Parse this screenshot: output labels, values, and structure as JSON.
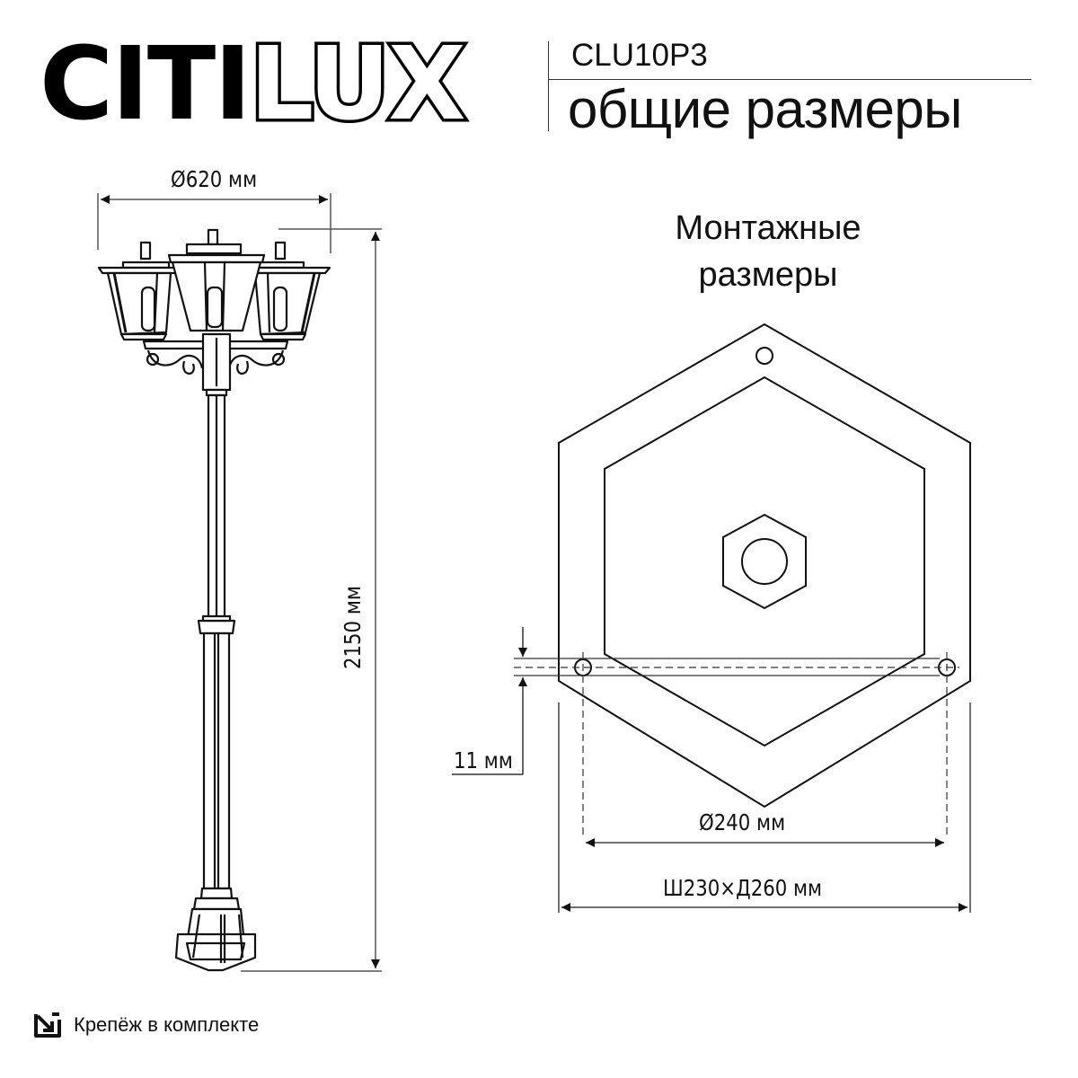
{
  "brand": {
    "logo_solid": "CITI",
    "logo_outline": "LUX"
  },
  "header": {
    "model": "CLU10P3",
    "subtitle": "общие размеры"
  },
  "lamp_drawing": {
    "width_dim": "Ø620 мм",
    "height_dim": "2150 мм",
    "heads": 3
  },
  "mounting": {
    "title_line1": "Монтажные",
    "title_line2": "размеры",
    "hole_offset_dim": "11 мм",
    "hole_spacing_dim": "Ø240 мм",
    "base_size_dim": "Ш230×Д260 мм"
  },
  "footer": {
    "icon": "arrow-into-box-icon",
    "text": "Крепёж в комплекте"
  },
  "colors": {
    "line": "#111111",
    "background": "#ffffff",
    "dim_line": "#555555"
  }
}
